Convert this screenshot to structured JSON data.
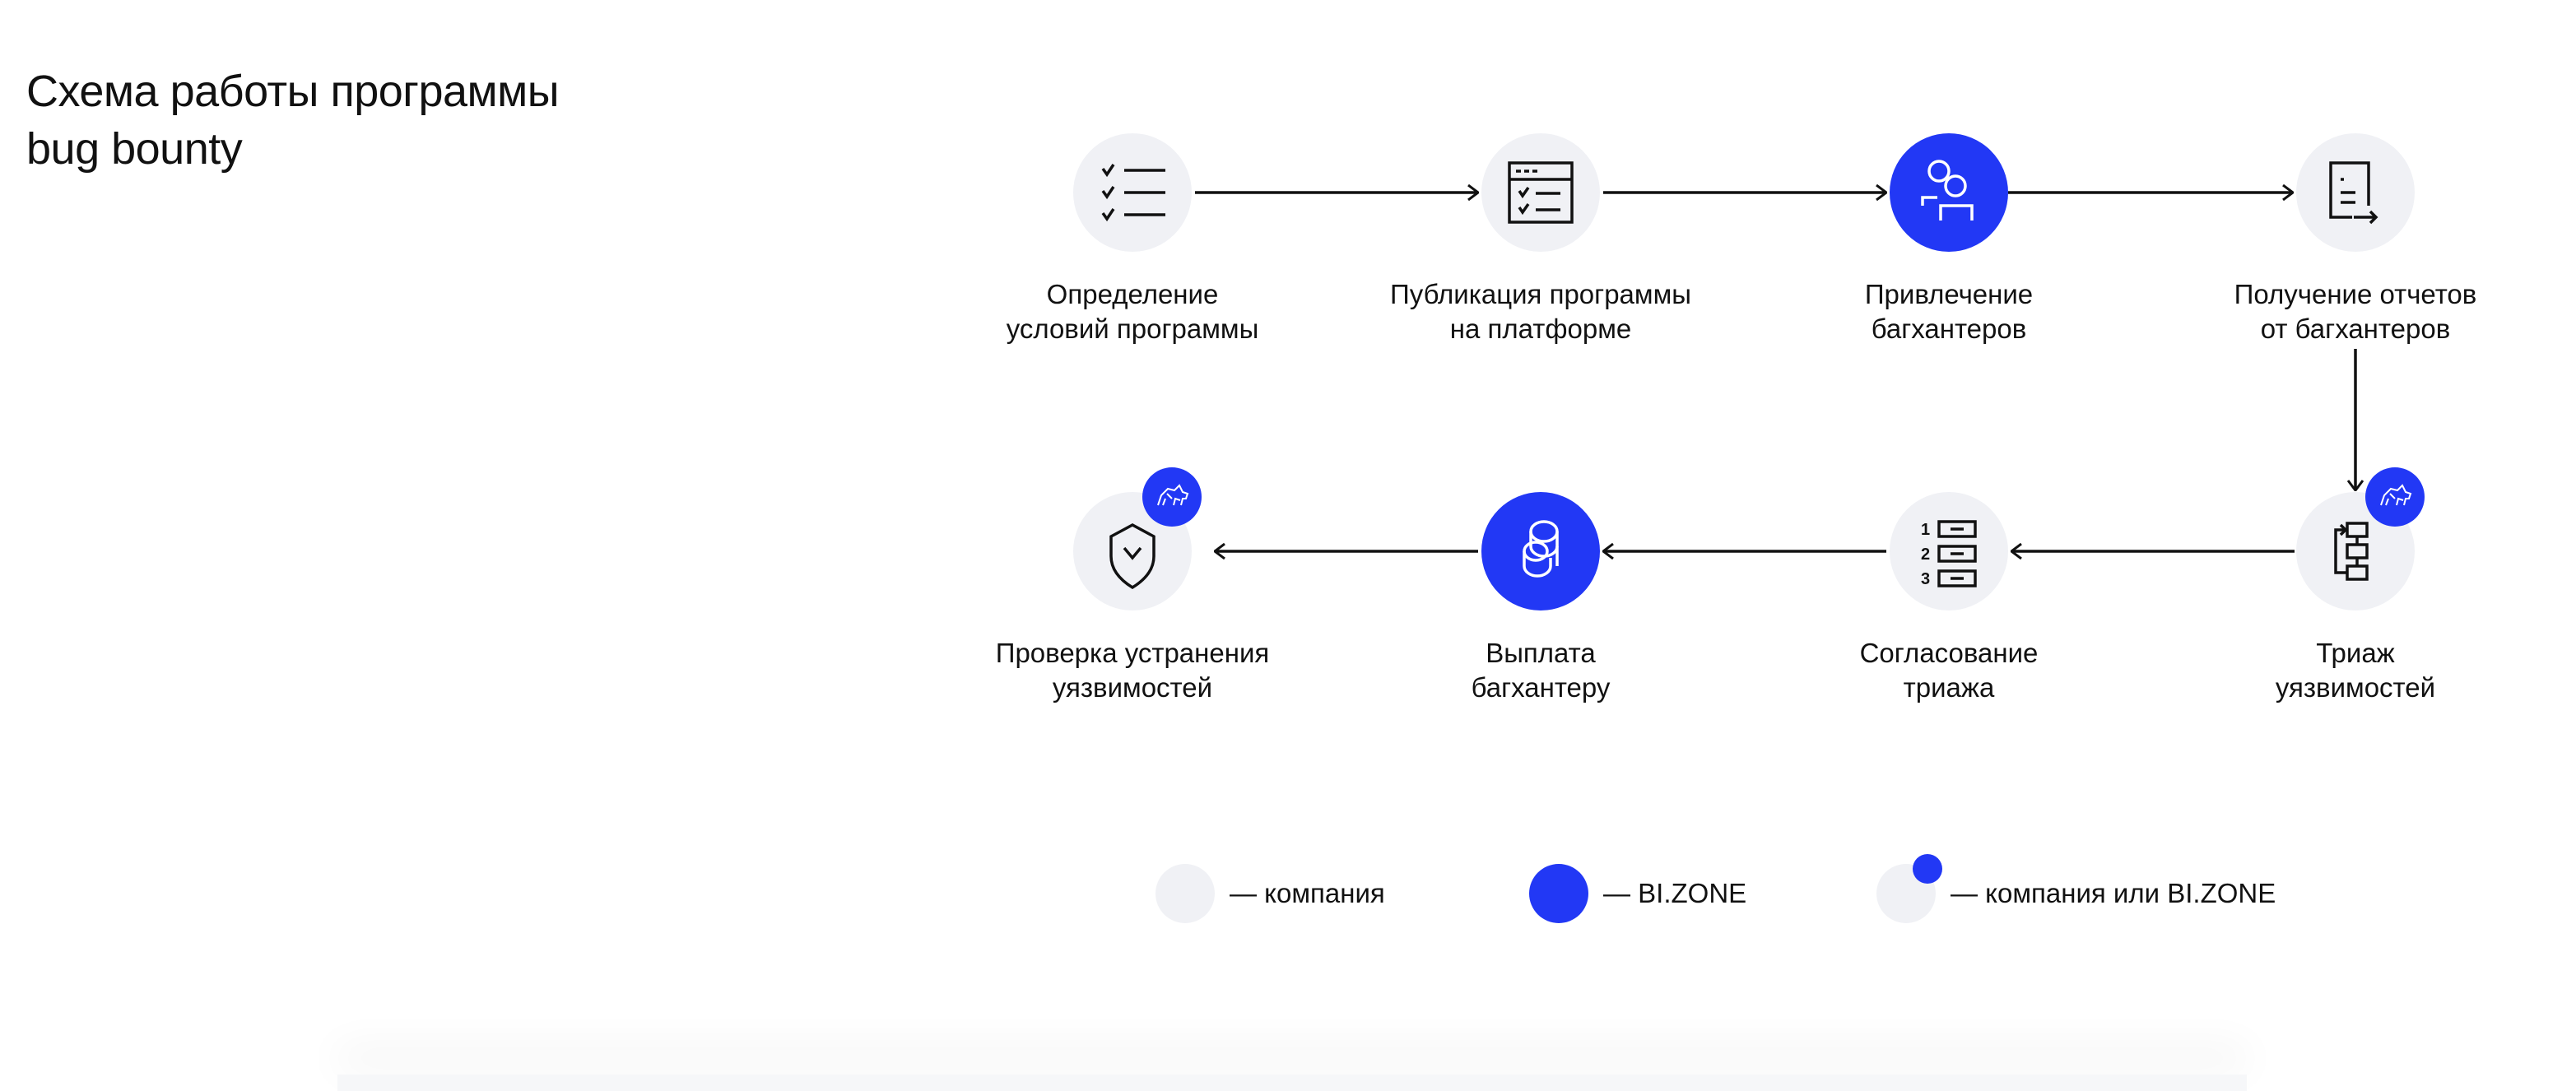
{
  "title": {
    "line1": "Схема работы программы",
    "line2": "bug bounty"
  },
  "colors": {
    "bizone": "#2238F5",
    "company": "#F0F1F5",
    "stroke": "#111111"
  },
  "steps": [
    {
      "line1": "Определение",
      "line2": "условий программы",
      "owner": "company",
      "icon": "checklist-icon"
    },
    {
      "line1": "Публикация программы",
      "line2": "на платформе",
      "owner": "company",
      "icon": "browser-checklist-icon"
    },
    {
      "line1": "Привлечение",
      "line2": "багхантеров",
      "owner": "bizone",
      "icon": "users-icon"
    },
    {
      "line1": "Получение отчетов",
      "line2": "от багхантеров",
      "owner": "company",
      "icon": "report-icon"
    },
    {
      "line1": "Триаж",
      "line2": "уязвимостей",
      "owner": "company-or-bizone",
      "icon": "triage-icon"
    },
    {
      "line1": "Согласование",
      "line2": "триажа",
      "owner": "company",
      "icon": "numbered-list-icon"
    },
    {
      "line1": "Выплата",
      "line2": "багхантеру",
      "owner": "bizone",
      "icon": "coins-icon"
    },
    {
      "line1": "Проверка устранения",
      "line2": "уязвимостей",
      "owner": "company-or-bizone",
      "icon": "shield-check-icon"
    }
  ],
  "legend": [
    {
      "text": "— компания"
    },
    {
      "text": "— BI.ZONE"
    },
    {
      "text": "— компания или BI.ZONE"
    }
  ]
}
